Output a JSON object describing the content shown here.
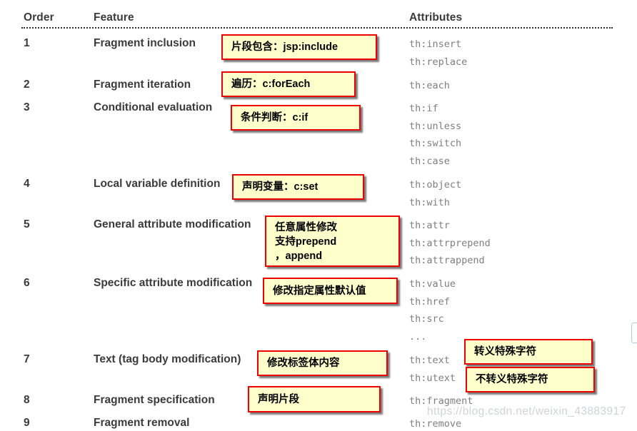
{
  "table": {
    "headers": {
      "order": "Order",
      "feature": "Feature",
      "attributes": "Attributes"
    },
    "rows": [
      {
        "order": "1",
        "feature": "Fragment inclusion",
        "attrs": [
          "th:insert",
          "th:replace"
        ]
      },
      {
        "order": "2",
        "feature": "Fragment iteration",
        "attrs": [
          "th:each"
        ]
      },
      {
        "order": "3",
        "feature": "Conditional evaluation",
        "attrs": [
          "th:if",
          "th:unless",
          "th:switch",
          "th:case"
        ]
      },
      {
        "order": "4",
        "feature": "Local variable definition",
        "attrs": [
          "th:object",
          "th:with"
        ]
      },
      {
        "order": "5",
        "feature": "General attribute modification",
        "attrs": [
          "th:attr",
          "th:attrprepend",
          "th:attrappend"
        ]
      },
      {
        "order": "6",
        "feature": "Specific attribute modification",
        "attrs": [
          "th:value",
          "th:href",
          "th:src",
          "..."
        ]
      },
      {
        "order": "7",
        "feature": "Text (tag body modification)",
        "attrs": [
          "th:text",
          "th:utext"
        ]
      },
      {
        "order": "8",
        "feature": "Fragment specification",
        "attrs": [
          "th:fragment"
        ]
      },
      {
        "order": "9",
        "feature": "Fragment removal",
        "attrs": [
          "th:remove"
        ]
      }
    ]
  },
  "annotations": [
    {
      "text": "片段包含：jsp:include"
    },
    {
      "text": "遍历：c:forEach"
    },
    {
      "text": "条件判断：c:if"
    },
    {
      "text": "声明变量：c:set"
    },
    {
      "text": "任意属性修改\n支持prepend\n，append"
    },
    {
      "text": "修改指定属性默认值"
    },
    {
      "text": "修改标签体内容"
    },
    {
      "text": "声明片段"
    },
    {
      "text": "转义特殊字符"
    },
    {
      "text": "不转义特殊字符"
    }
  ],
  "watermark": "https://blog.csdn.net/weixin_43883917",
  "colors": {
    "annotation_bg": "#ffffcc",
    "annotation_border": "#ee0000",
    "header_text": "#3b3b3b",
    "attr_text": "#7f7f7f",
    "watermark_text": "#b0b5bc"
  }
}
